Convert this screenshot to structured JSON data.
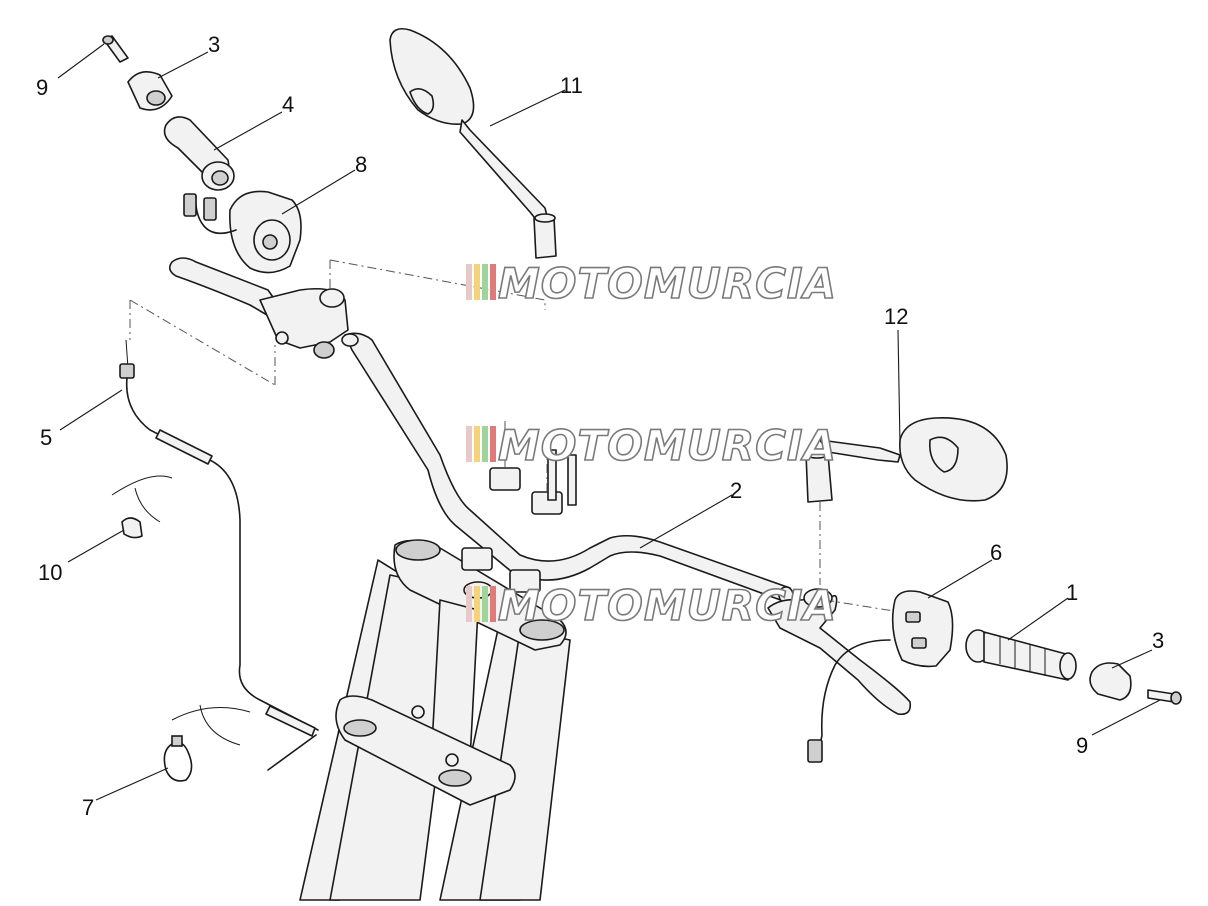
{
  "diagram": {
    "callouts": [
      "1",
      "2",
      "3",
      "4",
      "5",
      "6",
      "7",
      "8",
      "9",
      "10",
      "11",
      "12"
    ]
  },
  "watermark": {
    "text": "MOTOMURCIA",
    "stripe_colors": [
      "#e8c9c9",
      "#f4d37a",
      "#9fd49a",
      "#e07b7b"
    ]
  }
}
